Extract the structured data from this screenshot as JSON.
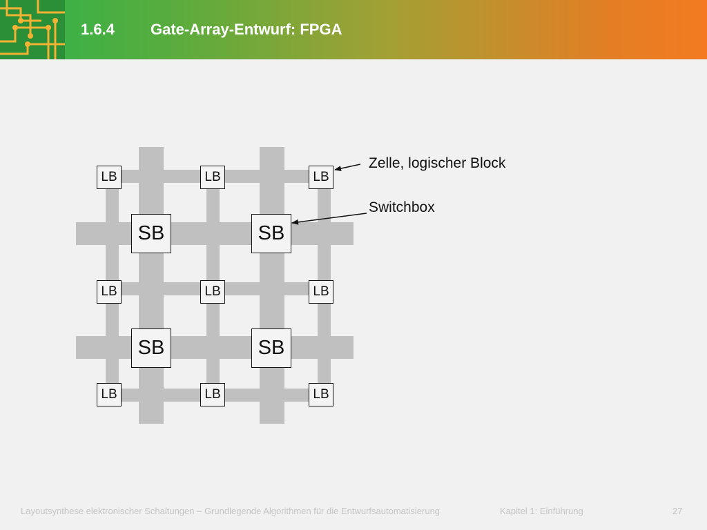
{
  "header": {
    "number": "1.6.4",
    "title": "Gate-Array-Entwurf: FPGA"
  },
  "diagram": {
    "logic_block_label": "LB",
    "switchbox_label": "SB",
    "callouts": {
      "logic_block": "Zelle, logischer Block",
      "switchbox": "Switchbox"
    }
  },
  "footer": {
    "course": "Layoutsynthese elektronischer Schaltungen – Grundlegende Algorithmen für die Entwurfsautomatisierung",
    "chapter": "Kapitel 1: Einführung",
    "page": "27"
  },
  "colors": {
    "header_start": "#2db34a",
    "header_end": "#f47a20",
    "routing_channel": "#c0c0c0"
  },
  "icons": {
    "logo": "circuit-board-logo"
  }
}
